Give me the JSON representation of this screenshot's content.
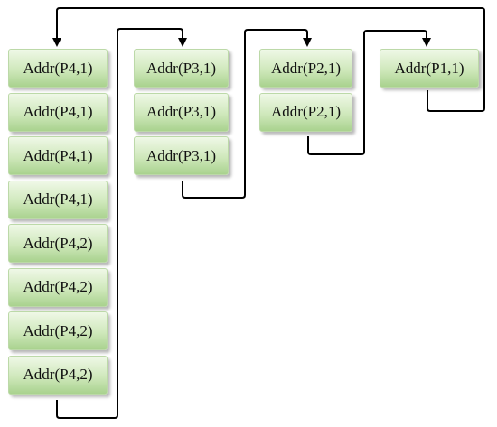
{
  "columns": [
    {
      "id": "p4",
      "cells": [
        "Addr(P4,1)",
        "Addr(P4,1)",
        "Addr(P4,1)",
        "Addr(P4,1)",
        "Addr(P4,2)",
        "Addr(P4,2)",
        "Addr(P4,2)",
        "Addr(P4,2)"
      ]
    },
    {
      "id": "p3",
      "cells": [
        "Addr(P3,1)",
        "Addr(P3,1)",
        "Addr(P3,1)"
      ]
    },
    {
      "id": "p2",
      "cells": [
        "Addr(P2,1)",
        "Addr(P2,1)"
      ]
    },
    {
      "id": "p1",
      "cells": [
        "Addr(P1,1)"
      ]
    }
  ],
  "connectors": [
    {
      "from": "p4",
      "to": "p3"
    },
    {
      "from": "p3",
      "to": "p2"
    },
    {
      "from": "p2",
      "to": "p1"
    },
    {
      "from": "p1",
      "to": "p4"
    }
  ],
  "colors": {
    "cell_top": "#eff8e7",
    "cell_bottom": "#a9d28e",
    "connector": "#000000"
  }
}
